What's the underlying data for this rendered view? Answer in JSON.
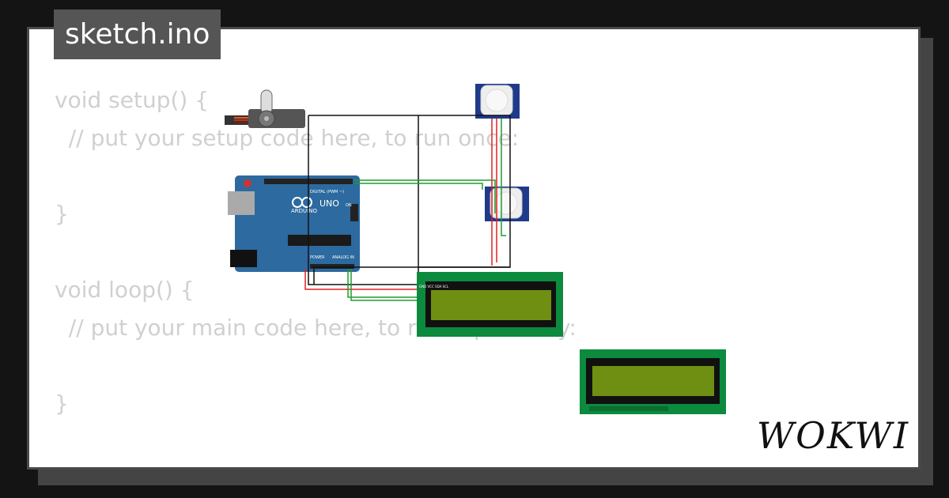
{
  "tab": {
    "filename": "sketch.ino"
  },
  "code": {
    "lines": [
      "void setup() {",
      "  // put your setup code here, to run once:",
      "",
      "}",
      "",
      "void loop() {",
      "  // put your main code here, to run repeatedly:",
      "",
      "}"
    ]
  },
  "components": {
    "arduino": {
      "brand": "ARDUINO",
      "model": "UNO",
      "on_label": "ON",
      "digital_label": "DIGITAL (PWM ~)",
      "power_label": "POWER",
      "analog_label": "ANALOG IN"
    },
    "lcd_pins_label": "GND VCC SDA SCL"
  },
  "branding": {
    "logo": "WOKWI"
  },
  "colors": {
    "wire_black": "#111111",
    "wire_red": "#e02020",
    "wire_green": "#1e9e2e",
    "board_blue": "#2c6aa0",
    "lcd_green": "#0c8a3e",
    "lcd_screen": "#6f8f12"
  }
}
